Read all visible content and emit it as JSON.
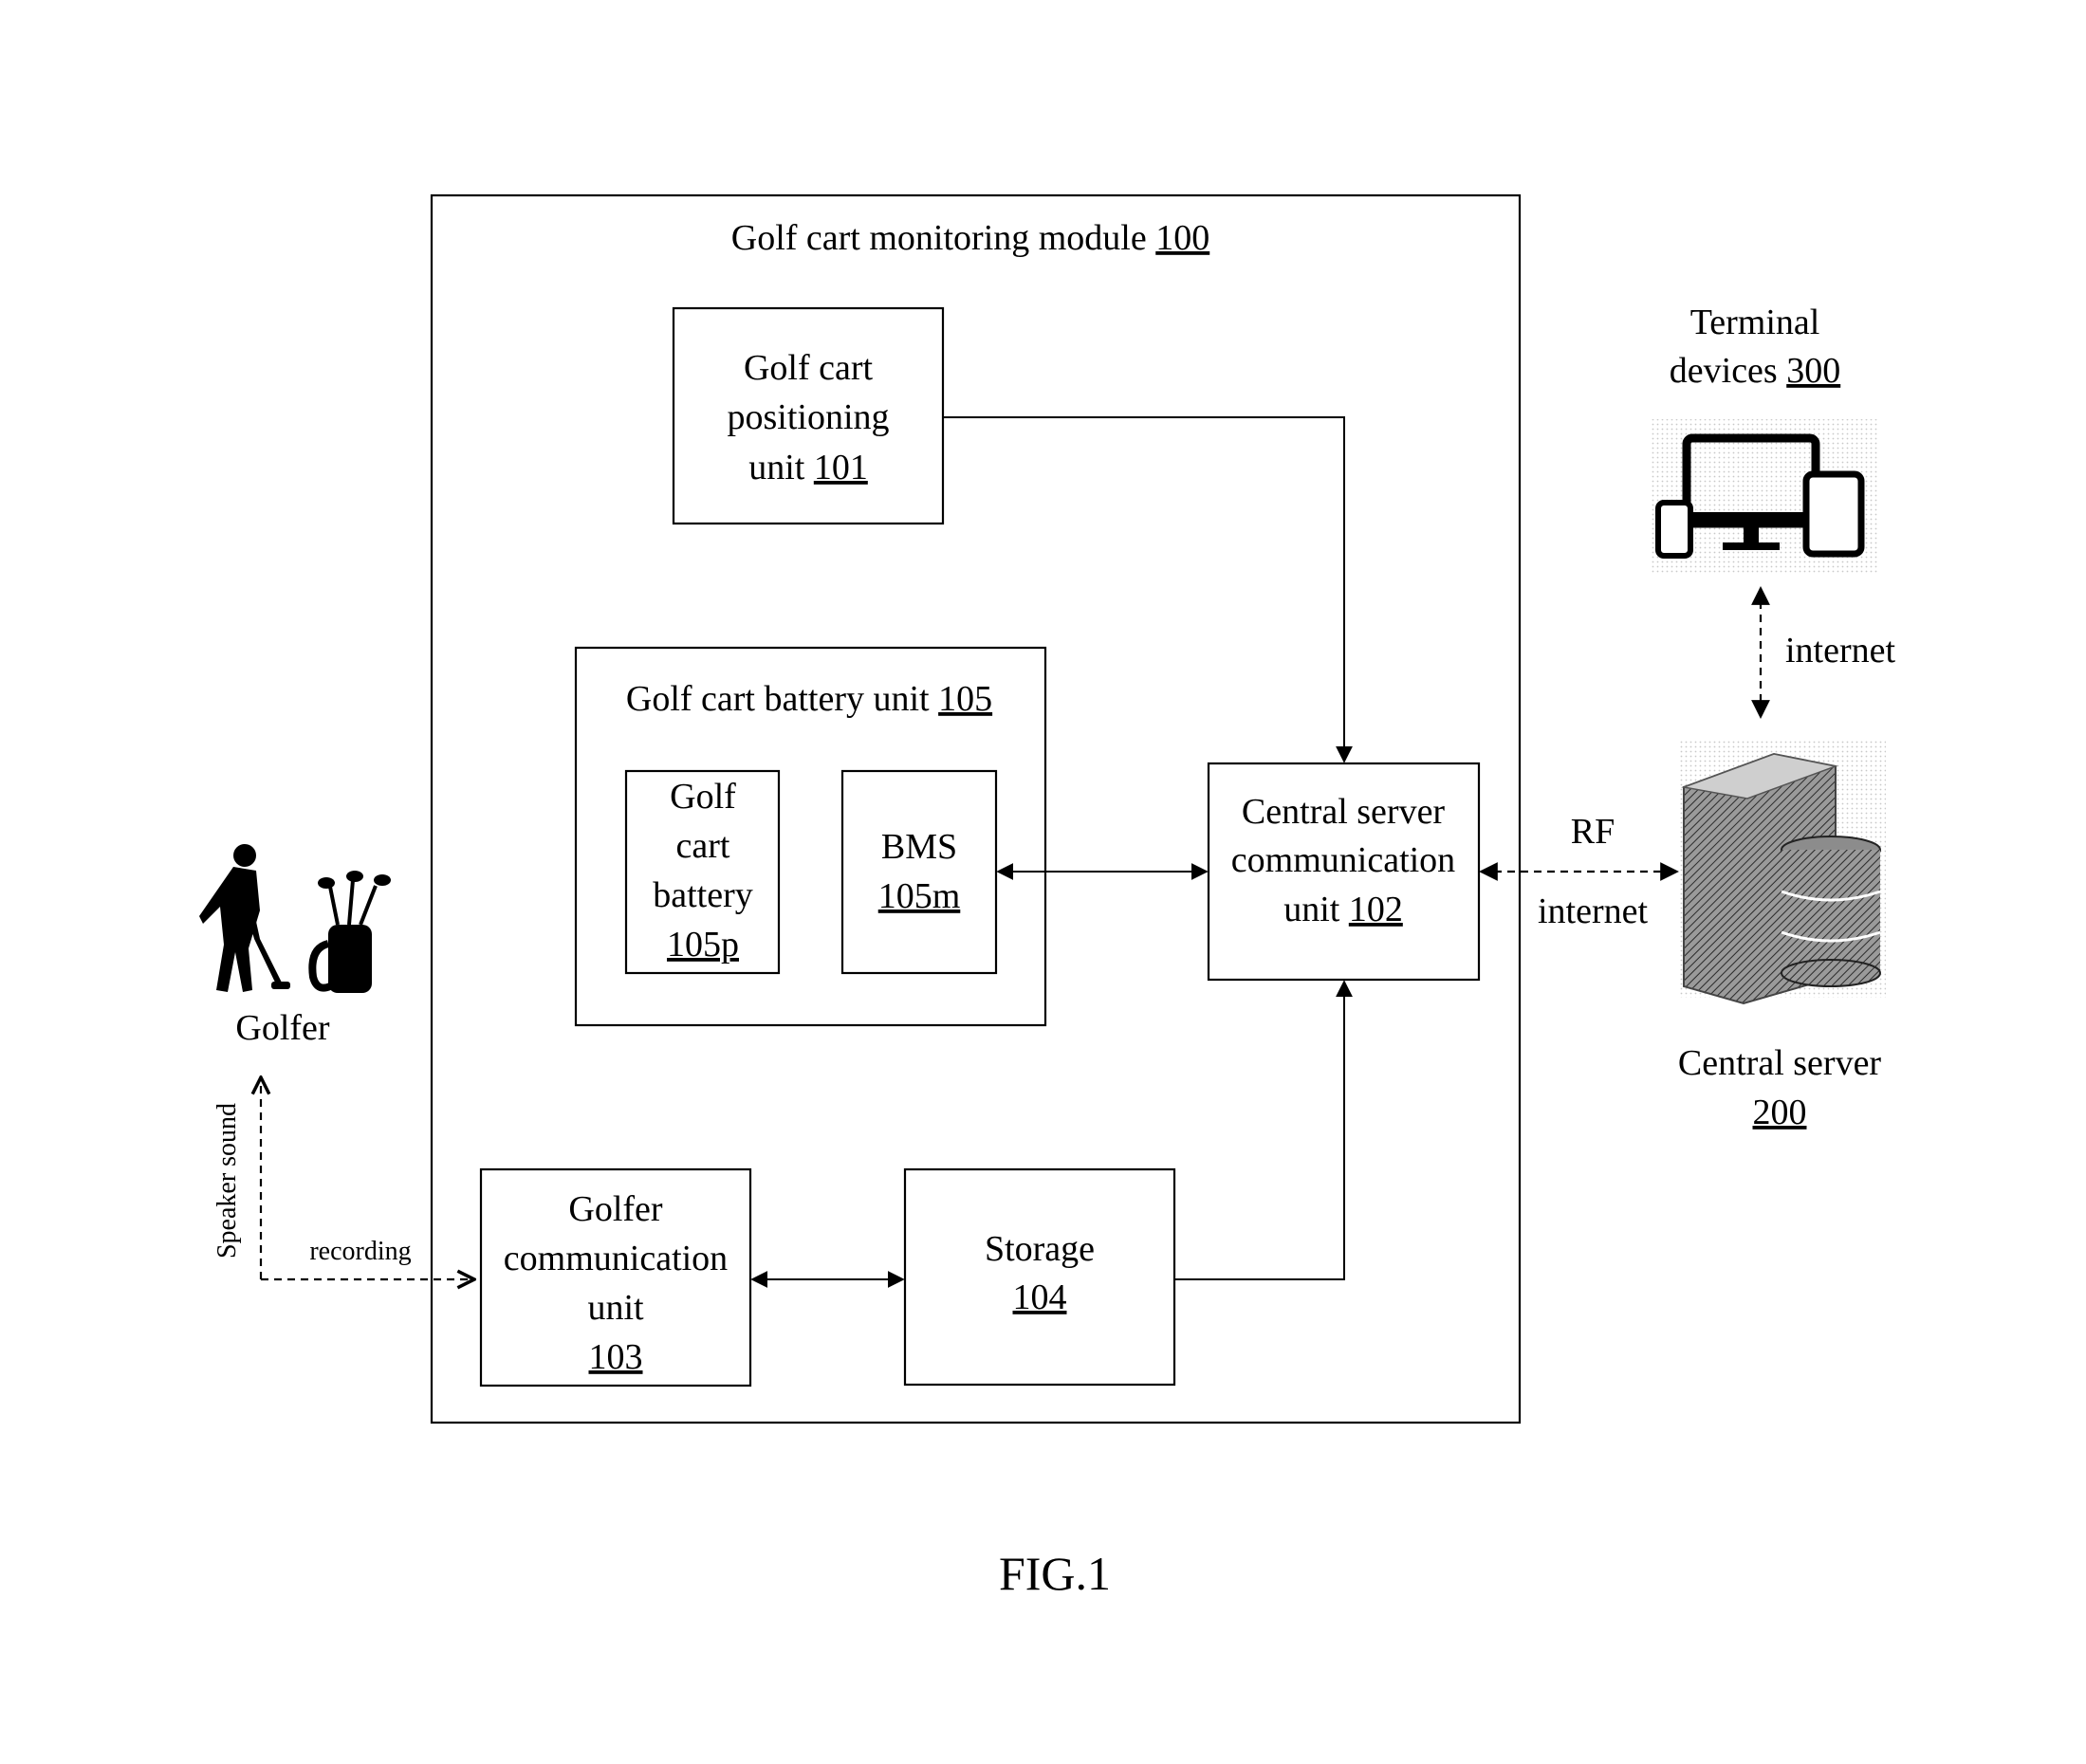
{
  "module": {
    "title": "Golf cart monitoring module",
    "ref": "100"
  },
  "positioning_unit": {
    "line1": "Golf cart",
    "line2": "positioning",
    "line3": "unit",
    "ref": "101"
  },
  "battery_unit": {
    "title": "Golf cart battery  unit",
    "ref": "105"
  },
  "battery": {
    "line1": "Golf",
    "line2": "cart",
    "line3": "battery",
    "ref": "105p"
  },
  "bms": {
    "line1": "BMS",
    "ref": "105m"
  },
  "comm_unit": {
    "line1": "Central server",
    "line2": "communication",
    "line3": "unit",
    "ref": "102"
  },
  "golfer_comm": {
    "line1": "Golfer",
    "line2": "communication",
    "line3": "unit",
    "ref": "103"
  },
  "storage": {
    "line1": "Storage",
    "ref": "104"
  },
  "terminal": {
    "line1": "Terminal",
    "line2": "devices",
    "ref": "300"
  },
  "server": {
    "line1": "Central server",
    "ref": "200"
  },
  "golfer": {
    "label": "Golfer"
  },
  "links": {
    "terminal_internet": "internet",
    "rf": "RF",
    "server_internet": "internet",
    "recording": "recording",
    "speaker": "Speaker sound"
  },
  "figure_caption": "FIG.1"
}
